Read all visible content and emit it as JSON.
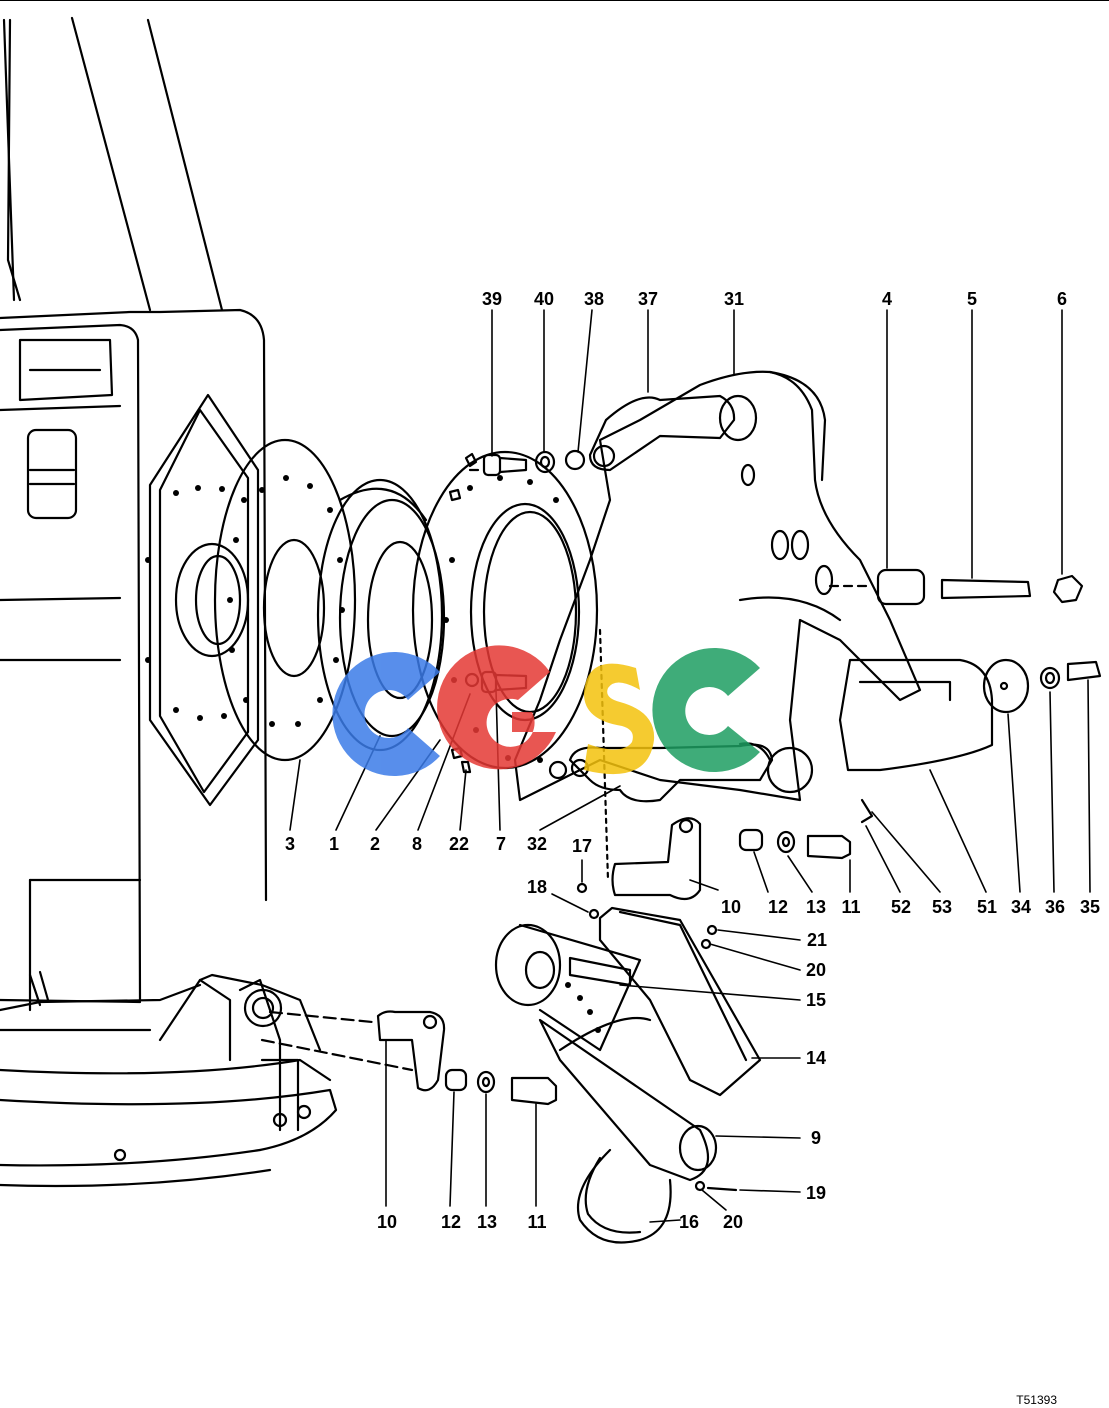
{
  "labels": {
    "top_row": [
      "39",
      "40",
      "38",
      "37",
      "31",
      "4",
      "5",
      "6"
    ],
    "middle_row": [
      "3",
      "1",
      "2",
      "8",
      "22",
      "7",
      "32"
    ],
    "right_row": [
      "12",
      "13",
      "11",
      "10",
      "52",
      "53",
      "51",
      "34",
      "36",
      "35"
    ],
    "lower_left": [
      "10",
      "12",
      "13",
      "11"
    ],
    "lower_right": [
      "17",
      "18",
      "21",
      "20",
      "15",
      "14",
      "9",
      "19",
      "16",
      "20"
    ]
  },
  "drawing_ref": "T51393",
  "watermark": {
    "text": "CGSC",
    "colors": [
      "#3b7be8",
      "#e53935",
      "#f4c20d",
      "#1e9e62"
    ]
  }
}
